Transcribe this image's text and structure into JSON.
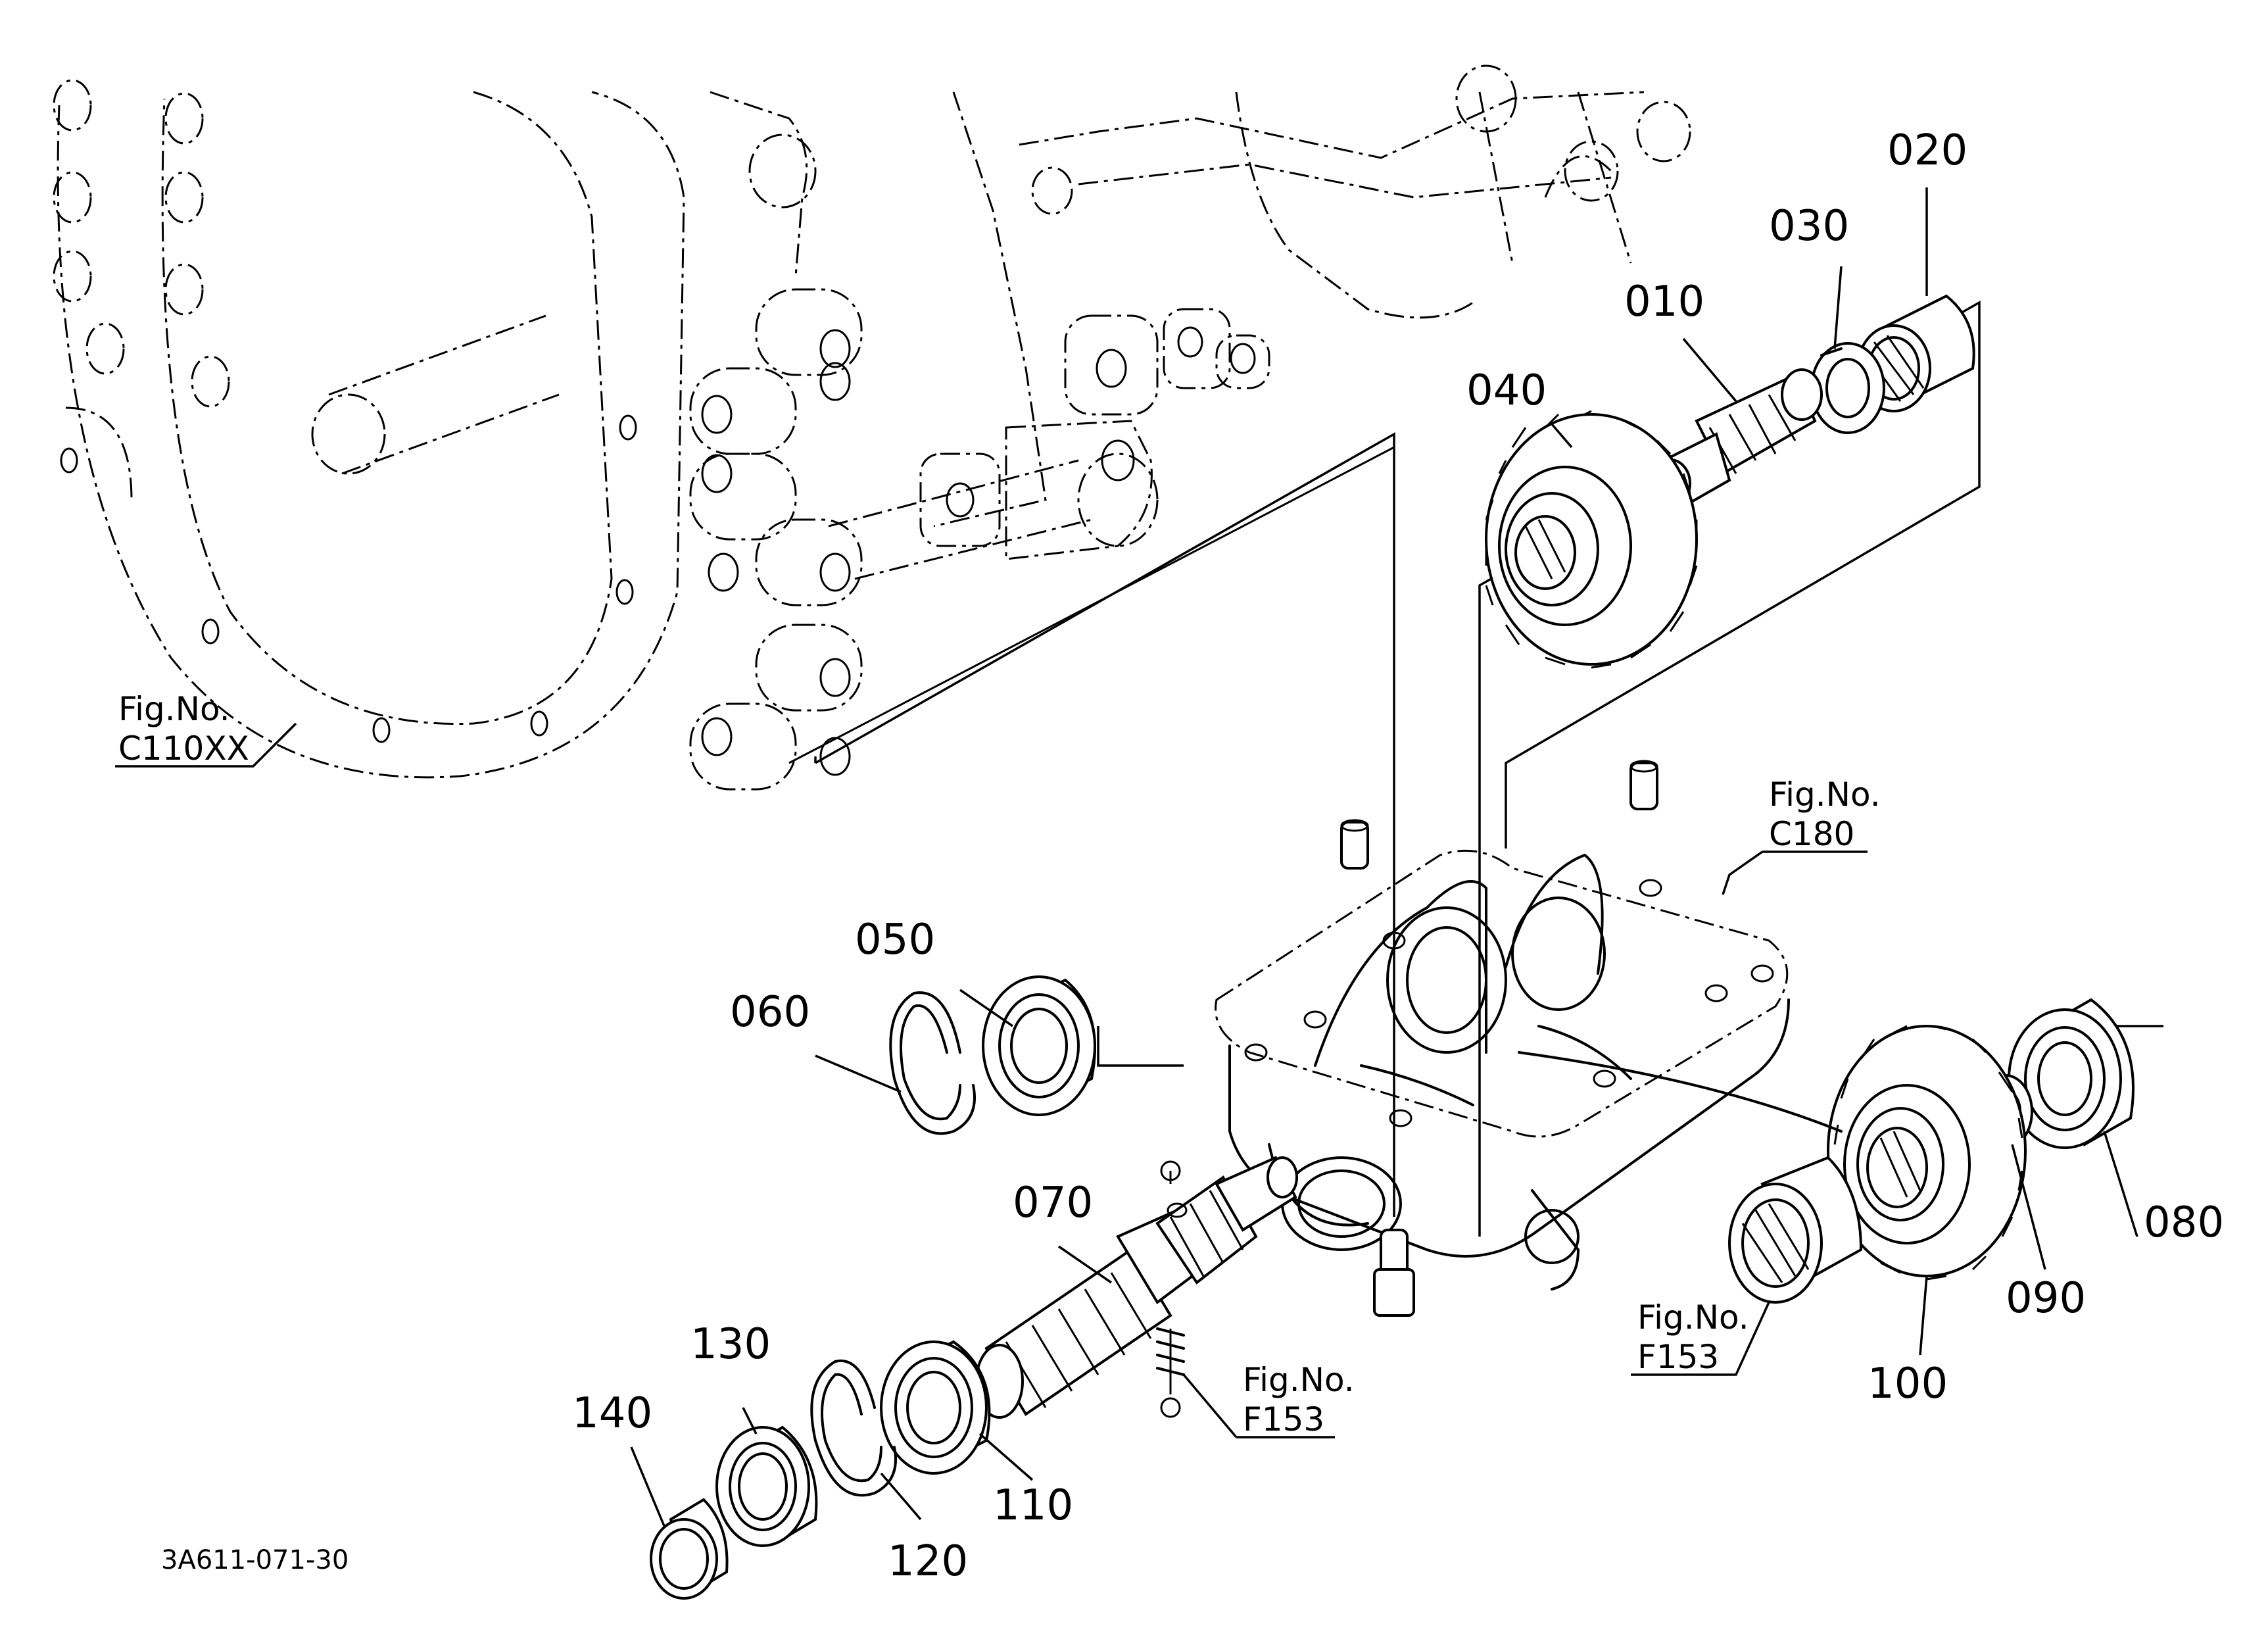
{
  "diagram": {
    "drawing_code": "3A611-071-30",
    "part_labels": [
      "010",
      "020",
      "030",
      "040",
      "050",
      "060",
      "070",
      "080",
      "090",
      "100",
      "110",
      "120",
      "130",
      "140"
    ],
    "figure_refs": [
      {
        "line1": "Fig.No.",
        "line2": "C110XX"
      },
      {
        "line1": "Fig.No.",
        "line2": "C180"
      },
      {
        "line1": "Fig.No.",
        "line2": "F153"
      },
      {
        "line1": "Fig.No.",
        "line2": "F153"
      }
    ]
  }
}
